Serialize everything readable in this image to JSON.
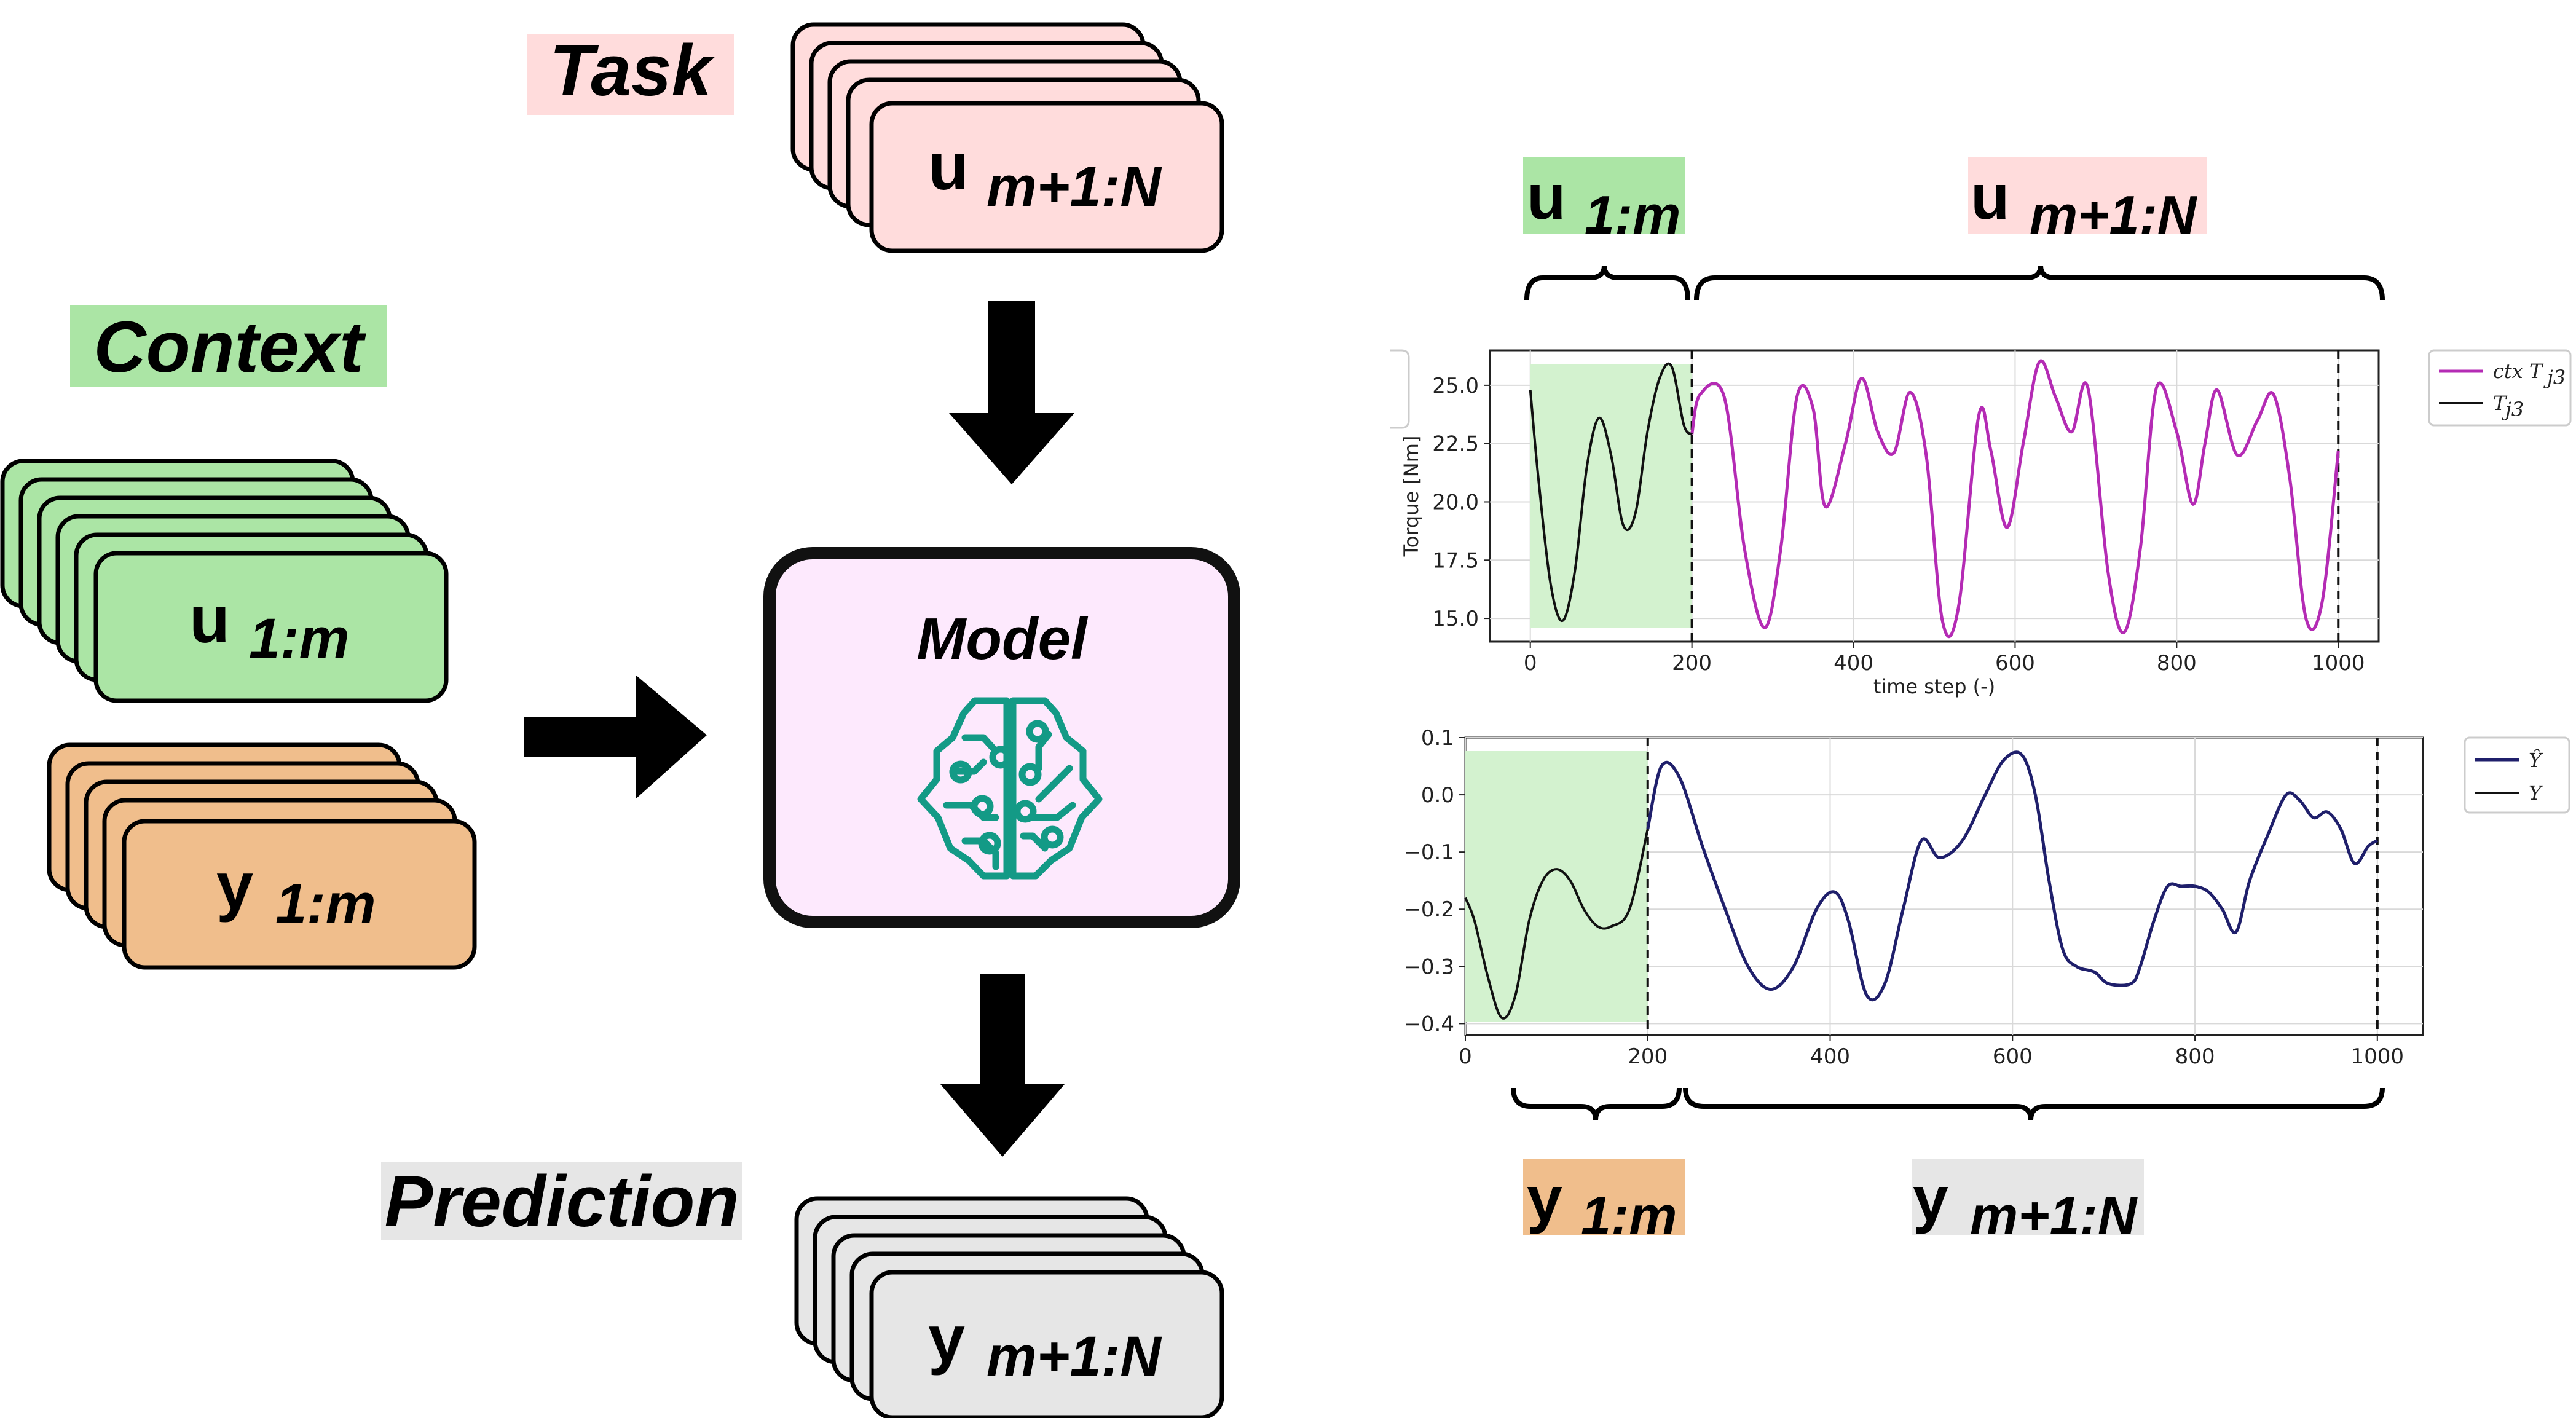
{
  "labels": {
    "task": "Task",
    "context": "Context",
    "prediction": "Prediction",
    "model": "Model"
  },
  "stacks": {
    "task": {
      "base": "u",
      "sub": "m+1:N"
    },
    "context_u": {
      "base": "u",
      "sub": "1:m"
    },
    "context_y": {
      "base": "y",
      "sub": "1:m"
    },
    "prediction": {
      "base": "y",
      "sub": "m+1:N"
    }
  },
  "brackets": {
    "top_left": {
      "base": "u",
      "sub": "1:m"
    },
    "top_right": {
      "base": "u",
      "sub": "m+1:N"
    },
    "bottom_left": {
      "base": "y",
      "sub": "1:m"
    },
    "bottom_right": {
      "base": "y",
      "sub": "m+1:N"
    }
  },
  "colors": {
    "context_green": "#abe5a5",
    "task_pink": "#ffdcdc",
    "y_orange": "#f0be8c",
    "prediction_gray": "#e6e6e6",
    "model_fill": "#fde9fd",
    "brain_teal": "#139a86",
    "magenta": "#b42bb4",
    "navy": "#1f1f6b",
    "context_shade": "#d3f2cf"
  },
  "icons": [
    "brain-circuit-icon",
    "arrow-right-icon",
    "arrow-down-icon"
  ],
  "chart_data": [
    {
      "type": "line",
      "ylabel": "Torque [Nm]",
      "xlabel": "time step (-)",
      "xlim": [
        -50,
        1050
      ],
      "ylim": [
        14,
        26.5
      ],
      "xticks": [
        0,
        200,
        400,
        600,
        800,
        1000
      ],
      "yticks": [
        15.0,
        17.5,
        20.0,
        22.5,
        25.0
      ],
      "ytick_labels": [
        "15.0",
        "17.5",
        "20.0",
        "22.5",
        "25.0"
      ],
      "grid": true,
      "context_region": [
        0,
        200
      ],
      "vlines": [
        200,
        1000
      ],
      "legend_position": "outside-right",
      "series": [
        {
          "name": "ctx Tj3",
          "legend_base": "ctx T",
          "legend_sub": "j3",
          "color": "#b42bb4",
          "x": [
            200,
            210,
            240,
            265,
            290,
            310,
            330,
            350,
            365,
            390,
            410,
            430,
            450,
            470,
            490,
            510,
            530,
            555,
            570,
            590,
            610,
            630,
            650,
            670,
            690,
            715,
            735,
            755,
            775,
            800,
            820,
            835,
            850,
            875,
            900,
            920,
            940,
            960,
            980,
            1000
          ],
          "y": [
            22.9,
            24.6,
            24.5,
            18.0,
            14.6,
            18.0,
            24.5,
            24.0,
            19.8,
            22.5,
            25.3,
            23.0,
            22.1,
            24.7,
            22.0,
            14.9,
            15.5,
            23.7,
            22.2,
            18.9,
            22.5,
            26.0,
            24.5,
            23.0,
            24.9,
            17.0,
            14.4,
            18.0,
            24.9,
            23.0,
            19.9,
            22.5,
            24.8,
            22.0,
            23.5,
            24.6,
            21.0,
            15.0,
            15.7,
            22.2
          ]
        },
        {
          "name": "Tj3",
          "legend_base": "T",
          "legend_sub": "j3",
          "color": "#111111",
          "x": [
            0,
            10,
            25,
            40,
            55,
            70,
            85,
            100,
            115,
            130,
            145,
            160,
            175,
            190,
            200
          ],
          "y": [
            24.8,
            21.0,
            16.5,
            14.9,
            17.0,
            21.5,
            23.6,
            22.0,
            19.0,
            19.5,
            23.0,
            25.3,
            25.8,
            23.3,
            22.9
          ]
        }
      ]
    },
    {
      "type": "line",
      "xlim": [
        0,
        1050
      ],
      "ylim": [
        -0.42,
        0.1
      ],
      "xticks": [
        0,
        200,
        400,
        600,
        800,
        1000
      ],
      "yticks": [
        -0.4,
        -0.3,
        -0.2,
        -0.1,
        0.0,
        0.1
      ],
      "ytick_labels": [
        "−0.4",
        "−0.3",
        "−0.2",
        "−0.1",
        "0.0",
        "0.1"
      ],
      "grid": true,
      "context_region": [
        0,
        200
      ],
      "vlines": [
        200,
        1000
      ],
      "legend_position": "outside-right",
      "series": [
        {
          "name": "Ŷ",
          "legend_base": "Ŷ",
          "legend_sub": "",
          "color": "#1f1f6b",
          "x": [
            200,
            215,
            235,
            260,
            285,
            310,
            335,
            360,
            385,
            405,
            420,
            440,
            460,
            480,
            500,
            520,
            545,
            570,
            590,
            610,
            625,
            640,
            655,
            670,
            690,
            705,
            730,
            740,
            755,
            770,
            785,
            800,
            815,
            830,
            845,
            860,
            880,
            900,
            915,
            930,
            945,
            960,
            975,
            990,
            1000
          ],
          "y": [
            -0.06,
            0.05,
            0.03,
            -0.09,
            -0.2,
            -0.3,
            -0.34,
            -0.3,
            -0.2,
            -0.17,
            -0.22,
            -0.35,
            -0.33,
            -0.2,
            -0.08,
            -0.11,
            -0.08,
            0.0,
            0.06,
            0.07,
            0.0,
            -0.15,
            -0.27,
            -0.3,
            -0.31,
            -0.33,
            -0.33,
            -0.3,
            -0.22,
            -0.16,
            -0.16,
            -0.16,
            -0.17,
            -0.2,
            -0.24,
            -0.15,
            -0.07,
            0.0,
            -0.01,
            -0.04,
            -0.03,
            -0.06,
            -0.12,
            -0.09,
            -0.08
          ]
        },
        {
          "name": "Y",
          "legend_base": "Y",
          "legend_sub": "",
          "color": "#111111",
          "x": [
            0,
            10,
            25,
            40,
            55,
            70,
            85,
            100,
            115,
            130,
            145,
            160,
            180,
            200
          ],
          "y": [
            -0.18,
            -0.22,
            -0.32,
            -0.39,
            -0.35,
            -0.22,
            -0.15,
            -0.13,
            -0.15,
            -0.2,
            -0.23,
            -0.23,
            -0.2,
            -0.06
          ]
        }
      ]
    }
  ]
}
